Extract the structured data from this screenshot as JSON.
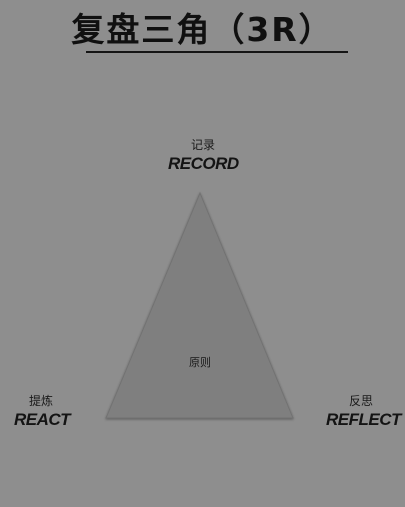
{
  "title": "复盘三角（3R）",
  "diagram": {
    "top": {
      "zh": "记录",
      "en": "RECORD"
    },
    "left": {
      "zh": "提炼",
      "en": "REACT"
    },
    "right": {
      "zh": "反思",
      "en": "REFLECT"
    },
    "center": "原则"
  },
  "colors": {
    "background": "#8e8e8e",
    "triangle_fill": "#7f7f7f",
    "triangle_edge": "#6e6e6e",
    "text": "#141414"
  }
}
